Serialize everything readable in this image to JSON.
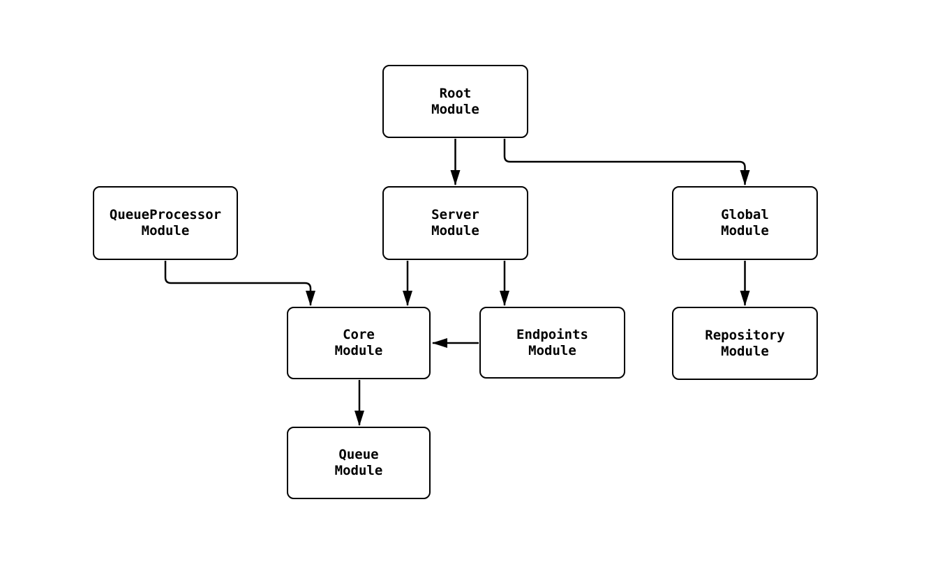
{
  "diagram": {
    "background_color": "#ffffff",
    "stroke_color": "#000000",
    "node_fill_color": "#ffffff",
    "nodes": {
      "root": {
        "line1": "Root",
        "line2": "Module"
      },
      "queue_processor": {
        "line1": "QueueProcessor",
        "line2": "Module"
      },
      "server": {
        "line1": "Server",
        "line2": "Module"
      },
      "global": {
        "line1": "Global",
        "line2": "Module"
      },
      "core": {
        "line1": "Core",
        "line2": "Module"
      },
      "endpoints": {
        "line1": "Endpoints",
        "line2": "Module"
      },
      "repository": {
        "line1": "Repository",
        "line2": "Module"
      },
      "queue": {
        "line1": "Queue",
        "line2": "Module"
      }
    },
    "edges": [
      {
        "from": "Root Module",
        "to": "Server Module"
      },
      {
        "from": "Root Module",
        "to": "Global Module"
      },
      {
        "from": "QueueProcessor Module",
        "to": "Core Module"
      },
      {
        "from": "Server Module",
        "to": "Core Module"
      },
      {
        "from": "Server Module",
        "to": "Endpoints Module"
      },
      {
        "from": "Endpoints Module",
        "to": "Core Module"
      },
      {
        "from": "Global Module",
        "to": "Repository Module"
      },
      {
        "from": "Core Module",
        "to": "Queue Module"
      }
    ]
  }
}
